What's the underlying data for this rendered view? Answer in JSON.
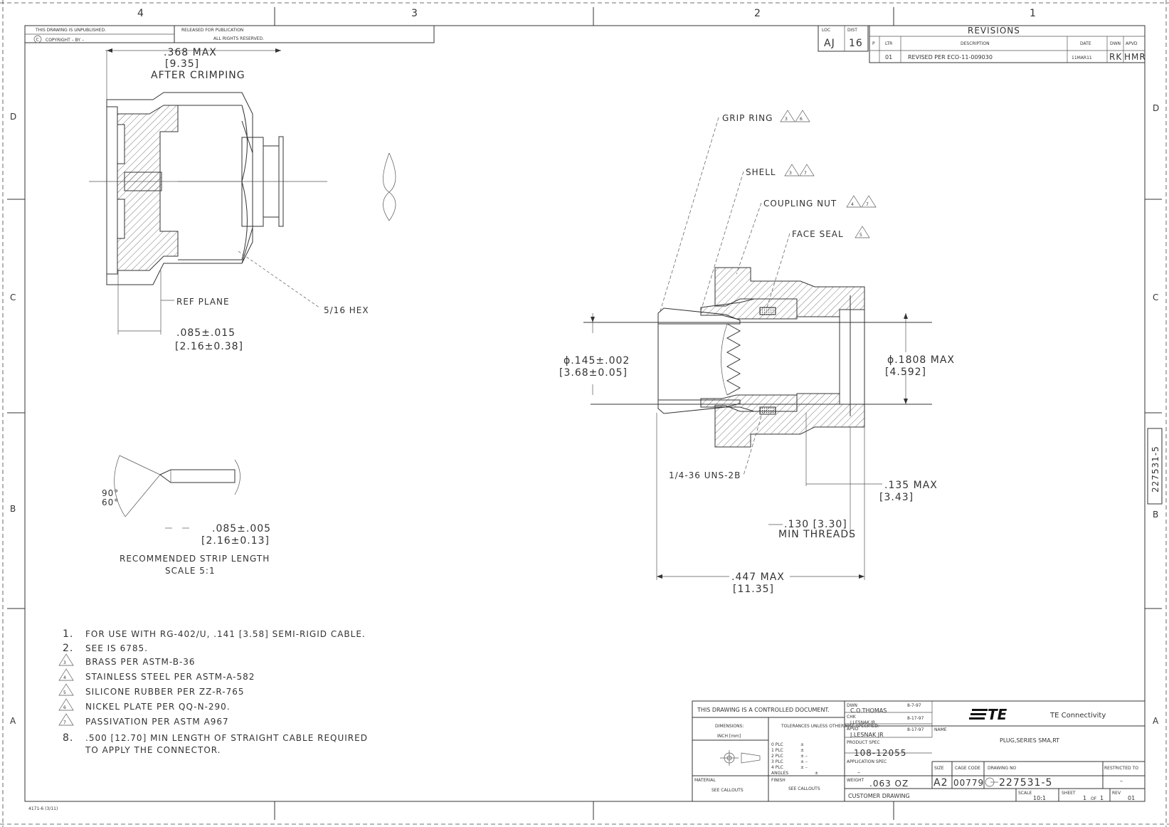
{
  "border": {
    "zones_top": [
      "4",
      "3",
      "2",
      "1"
    ],
    "zones_left": [
      "D",
      "C",
      "B",
      "A"
    ],
    "zones_right": [
      "D",
      "C",
      "B",
      "A"
    ]
  },
  "header": {
    "unpublished": "THIS DRAWING IS UNPUBLISHED.",
    "copyright": "COPYRIGHT  –    BY –",
    "released": "RELEASED FOR PUBLICATION",
    "rights": "ALL RIGHTS RESERVED.",
    "loc_label": "LOC",
    "dist_label": "DIST",
    "loc": "AJ",
    "dist": "16"
  },
  "revisions": {
    "title": "REVISIONS",
    "headers": [
      "P",
      "LTR",
      "DESCRIPTION",
      "DATE",
      "DWN",
      "APVD"
    ],
    "row": [
      "",
      "01",
      "REVISED PER ECO-11-009030",
      "11MAR11",
      "RK",
      "HMR"
    ]
  },
  "left_view": {
    "length": ".368 MAX",
    "length_mm": "[9.35]",
    "after": "AFTER CRIMPING",
    "ref_plane": "REF PLANE",
    "hex": "5/16 HEX",
    "dim": ".085±.015",
    "dim_mm": "[2.16±0.38]"
  },
  "strip": {
    "ang1": "90°",
    "ang2": "60°",
    "dim": ".085±.005",
    "dim_mm": "[2.16±0.13]",
    "title": "RECOMMENDED STRIP LENGTH",
    "scale": "SCALE 5:1"
  },
  "section": {
    "grip_ring": "GRIP RING",
    "grip_refs": [
      "3",
      "6"
    ],
    "shell": "SHELL",
    "shell_refs": [
      "3",
      "7"
    ],
    "nut": "COUPLING NUT",
    "nut_refs": [
      "4",
      "7"
    ],
    "seal": "FACE SEAL",
    "seal_refs": [
      "5"
    ],
    "dia1": "ϕ.145±.002",
    "dia1_mm": "[3.68±0.05]",
    "dia2": "ϕ.1808 MAX",
    "dia2_mm": "[4.592]",
    "thread": "1/4-36 UNS-2B",
    "dim135": ".135 MAX",
    "dim135_mm": "[3.43]",
    "dim130": ".130 [3.30]",
    "dim130b": "MIN THREADS",
    "dim447": ".447 MAX",
    "dim447_mm": "[11.35]"
  },
  "notes": [
    {
      "n": "1.",
      "flag": false,
      "text": "FOR USE WITH RG-402/U, .141 [3.58] SEMI-RIGID CABLE."
    },
    {
      "n": "2.",
      "flag": false,
      "text": "SEE IS 6785."
    },
    {
      "n": "3",
      "flag": true,
      "text": "BRASS PER ASTM-B-36"
    },
    {
      "n": "4",
      "flag": true,
      "text": "STAINLESS STEEL PER ASTM-A-582"
    },
    {
      "n": "5",
      "flag": true,
      "text": "SILICONE RUBBER PER ZZ-R-765"
    },
    {
      "n": "6",
      "flag": true,
      "text": "NICKEL PLATE PER QQ-N-290."
    },
    {
      "n": "7",
      "flag": true,
      "text": "PASSIVATION PER ASTM A967"
    },
    {
      "n": "8.",
      "flag": false,
      "text": ".500 [12.70] MIN LENGTH OF STRAIGHT CABLE REQUIRED"
    },
    {
      "n": "",
      "flag": false,
      "text": "TO APPLY THE CONNECTOR."
    }
  ],
  "title_block": {
    "controlled": "THIS DRAWING IS A CONTROLLED DOCUMENT.",
    "dimensions": "DIMENSIONS:",
    "units": "INCH [mm]",
    "tolerances": "TOLERANCES UNLESS OTHERWISE SPECIFIED:",
    "plc": [
      "0 PLC",
      "1 PLC",
      "2 PLC",
      "3 PLC",
      "4 PLC",
      "ANGLES"
    ],
    "plc_val": [
      "±",
      "±",
      "± –",
      "± –",
      "± –",
      "±"
    ],
    "material_label": "MATERIAL",
    "material": "SEE CALLOUTS",
    "finish_label": "FINISH",
    "finish": "SEE CALLOUTS",
    "dwn_label": "DWN",
    "dwn": "C.O.THOMAS",
    "dwn_date": "8-7-97",
    "chk_label": "CHK",
    "chk": "J.LESNAK JR",
    "chk_date": "8-17-97",
    "apvd_label": "APVD",
    "apvd": "J.LESNAK JR",
    "apvd_date": "8-17-97",
    "name_label": "NAME",
    "product_spec_label": "PRODUCT SPEC",
    "product_spec": "108-12055",
    "application_spec_label": "APPLICATION SPEC",
    "application_spec": "–",
    "weight_label": "WEIGHT",
    "weight": ".063 OZ",
    "brand": "TE",
    "company": "TE Connectivity",
    "product": "PLUG,SERIES SMA,RT",
    "size_label": "SIZE",
    "size": "A2",
    "cage_label": "CAGE CODE",
    "cage": "00779",
    "dwg_label": "DRAWING NO",
    "dwg": "227531-5",
    "restricted_label": "RESTRICTED TO",
    "restricted": "–",
    "customer": "CUSTOMER DRAWING",
    "scale_label": "SCALE",
    "scale": "10:1",
    "sheet_label": "SHEET",
    "sheet": "1",
    "of_label": "OF",
    "of": "1",
    "rev_label": "REV",
    "rev": "01"
  },
  "side_tab": "227531-5",
  "form_no": "4171-6 (3/11)"
}
